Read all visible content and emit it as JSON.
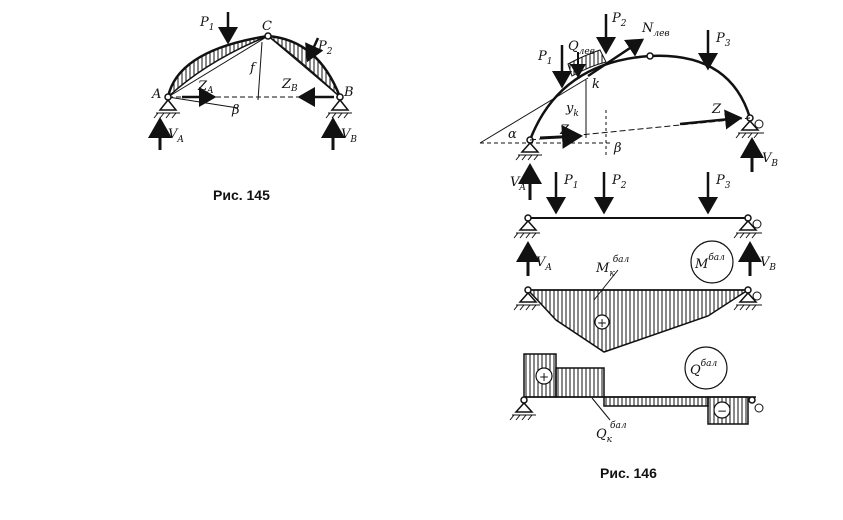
{
  "fig145": {
    "caption": "Рис. 145",
    "labels": {
      "P1": "P",
      "P1s": "1",
      "P2": "P",
      "P2s": "2",
      "A": "A",
      "B": "B",
      "C": "C",
      "ZA": "Z",
      "ZAs": "A",
      "ZB": "Z",
      "ZBs": "B",
      "f": "f",
      "beta": "β",
      "VA": "V",
      "VAs": "A",
      "VB": "V",
      "VBs": "B"
    }
  },
  "fig146": {
    "caption": "Рис. 146",
    "arch_labels": {
      "P1": "P",
      "P1s": "1",
      "P2": "P",
      "P2s": "2",
      "P3": "P",
      "P3s": "3",
      "Q": "Q",
      "Qs": "лев",
      "N": "N",
      "Ns": "лев",
      "k": "k",
      "yk": "y",
      "yks": "k",
      "Z1": "Z",
      "Z2": "Z",
      "alpha": "α",
      "beta": "β",
      "VA": "V",
      "VAs": "A",
      "VB": "V",
      "VBs": "B"
    },
    "beam_labels": {
      "P1": "P",
      "P1s": "1",
      "P2": "P",
      "P2s": "2",
      "P3": "P",
      "P3s": "3",
      "VA": "V",
      "VAs": "A",
      "VB": "V",
      "VBs": "B"
    },
    "moment_labels": {
      "Mk": "M",
      "Mks": "к",
      "Mkp": "бал",
      "Mbal": "M",
      "Mbalp": "бал",
      "plus": "+"
    },
    "shear_labels": {
      "Qk": "Q",
      "Qks": "к",
      "Qkp": "бал",
      "Qbal": "Q",
      "Qbalp": "бал",
      "plus": "+",
      "minus": "−"
    }
  }
}
